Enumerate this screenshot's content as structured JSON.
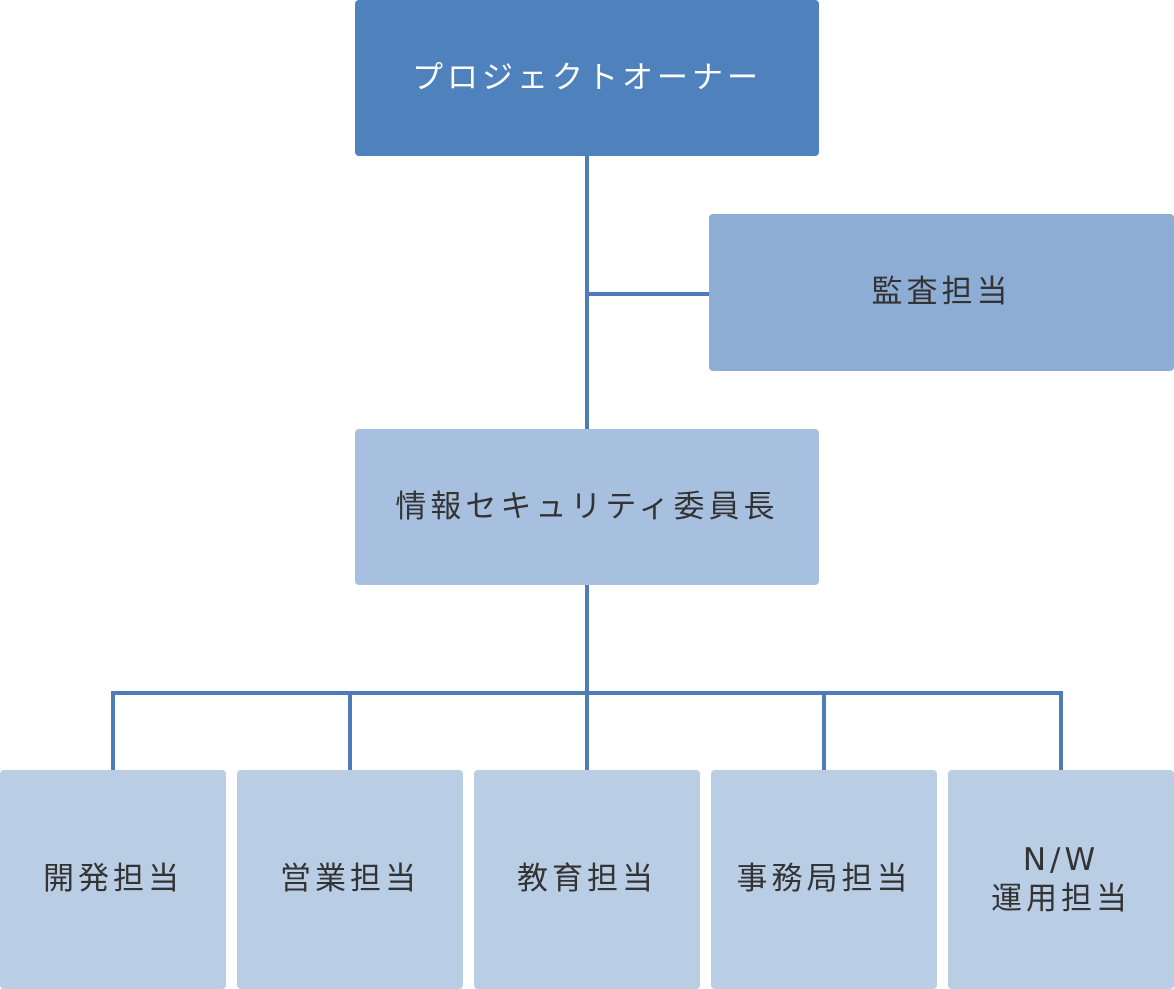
{
  "colors": {
    "owner_fill": "#4F81BD",
    "audit_fill": "#8EADD5",
    "chair_fill": "#A8C0E0",
    "member_fill": "#B9CDE5",
    "connector": "#4F7CB8",
    "dark_text": "#333333",
    "light_text": "#FFFFFF"
  },
  "nodes": {
    "owner": "プロジェクトオーナー",
    "audit": "監査担当",
    "chair": "情報セキュリティ委員長",
    "members": [
      "開発担当",
      "営業担当",
      "教育担当",
      "事務局担当",
      "N/W\n運用担当"
    ]
  }
}
